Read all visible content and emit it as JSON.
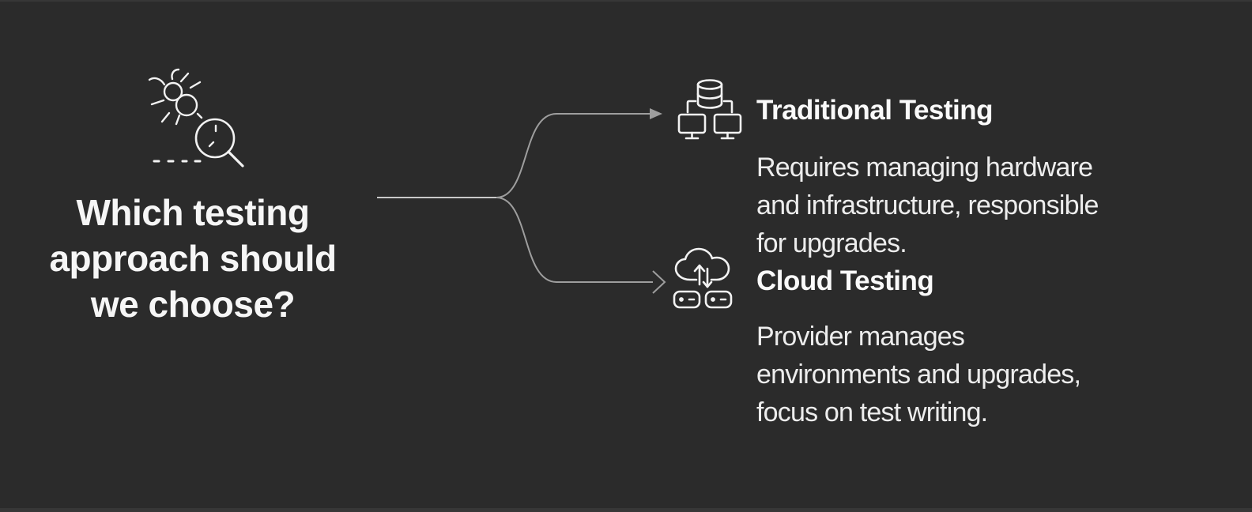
{
  "diagram": {
    "background_color": "#2b2b2b",
    "line_color": "#9e9e9e",
    "trunk_color": "#c8c8c8",
    "icon_color": "#f2f2f2",
    "text_color": "#f6f6f6",
    "root": {
      "icon": "bug-search-icon",
      "question_lines": [
        "Which testing",
        "approach should",
        "we choose?"
      ]
    },
    "branches": [
      {
        "id": "traditional",
        "icon": "database-monitors-icon",
        "arrow_style": "filled-triangle",
        "title": "Traditional Testing",
        "desc_lines": [
          "Requires managing hardware",
          "and infrastructure, responsible",
          "for upgrades."
        ]
      },
      {
        "id": "cloud",
        "icon": "cloud-sync-servers-icon",
        "arrow_style": "open-chevron",
        "title": "Cloud Testing",
        "desc_lines": [
          "Provider manages",
          "environments and upgrades,",
          "focus on test writing."
        ]
      }
    ]
  }
}
